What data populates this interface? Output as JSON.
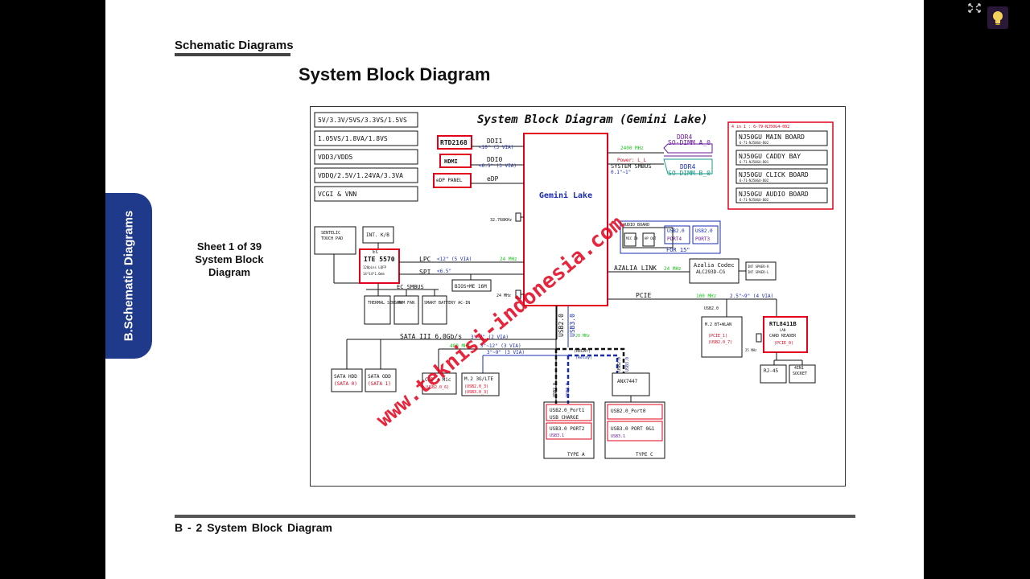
{
  "header": {
    "section": "Schematic  Diagrams",
    "title": "System Block Diagram"
  },
  "side_tab": {
    "label": "B.Schematic Diagrams"
  },
  "sheet": {
    "line1": "Sheet 1 of 39",
    "line2": "System Block",
    "line3": "Diagram"
  },
  "footer": {
    "text": "B - 2   System Block Diagram"
  },
  "toolbar": {
    "expand_icon": "expand-arrows-icon",
    "bulb_icon": "lightbulb-icon"
  },
  "diagram": {
    "title": "System Block Diagram (Gemini Lake)",
    "power_rails": [
      "5V/3.3V/5VS/3.3VS/1.5VS",
      "1.05VS/1.8VA/1.8VS",
      "VDD3/VDD5",
      "VDDQ/2.5V/1.24VA/3.3VA",
      "VCGI & VNN"
    ],
    "cpu": "Gemini Lake",
    "ddi": {
      "rtd": "RTD2168",
      "ddi1": "DDI1",
      "ddi1_note": "<10\" (3 VIA)",
      "hdmi": "HDMI",
      "ddi0": "DDI0",
      "ddi0_note": "<6.5\" (3 VIA)",
      "edp_panel": "eDP PANEL",
      "edp": "eDP"
    },
    "memory": {
      "speed": "2400 MHz",
      "ddr4_a": "DDR4",
      "sodimm_a": "SO-DIMM A_0",
      "power": "Power: L_L",
      "smbus": "SYSTEM SMBUS",
      "smbus_len": "0.1\"~1\"",
      "ddr4_b": "DDR4",
      "sodimm_b": "SO-DIMM B_0"
    },
    "boards": {
      "title": "4 in 1 : 6-79-NJ50G4-002",
      "items": [
        {
          "name": "NJ50GU MAIN BOARD",
          "pn": "6-71-NJ50GU-D02"
        },
        {
          "name": "NJ50GU CADDY BAY",
          "pn": "6-71-NJ50GU-D01"
        },
        {
          "name": "NJ50GU CLICK BOARD",
          "pn": "6-71-NJ50GU-D02"
        },
        {
          "name": "NJ50GU AUDIO BOARD",
          "pn": "6-71-NJ50GU-D02"
        }
      ]
    },
    "crystal": "32.768KHz",
    "crystal2": "24 MHz",
    "audio": {
      "board": "AUDIO BOARD",
      "mic": "MIC IN",
      "hp": "HP OUT",
      "usb_a": "USB2.0",
      "port4": "PORT4",
      "usb_b": "USB2.0",
      "port3": "PORT3",
      "for15": "FOR 15\"",
      "azalia": "AZALIA LINK",
      "azalia_mhz": "24 MHz",
      "codec": "Azalia Codec",
      "codec_pn": "ALC293D-CG",
      "spk_r": "INT SPKER-R",
      "spk_l": "INT SPKER-L"
    },
    "ec": {
      "touchpad": "SENTELIC",
      "touchpad2": "TOUCH PAD",
      "kb": "INT. K/B",
      "ec_label": "EC",
      "chip": "ITE 5570",
      "pkg": "128pins LQFP",
      "size": "14*14*1.6mm",
      "lpc": "LPC",
      "lpc_note": "<12\" (5 VIA)",
      "lpc_mhz": "24 MHz",
      "spi": "SPI",
      "spi_note": "<6.5\"",
      "bios": "BIOS+ME 16M",
      "ec_smbus": "EC SMBUS",
      "thermal": "THERMAL SENSOR",
      "pwm": "PWM FAN",
      "battery": "SMART BATTERY AC-IN"
    },
    "sata": {
      "label": "SATA III 6.0Gb/s",
      "note": "3\"~7\" (2 VIA)",
      "hdd": "SATA HDD",
      "hdd_port": "(SATA 0)",
      "odd": "SATA ODD",
      "odd_port": "(SATA 1)"
    },
    "pcie": {
      "label": "PCIE",
      "mhz": "100 MHz",
      "note": "2.5\"~9\" (4 VIA)",
      "usb20": "USB2.0",
      "m2bt": "M.2 BT+WLAN",
      "m2bt_p1": "(PCIE_1)",
      "m2bt_p2": "(USB2.0_7)",
      "rtl": "RTL8411B",
      "lan": "LAN",
      "cr": "CARD READER",
      "rtl_port": "(PCIE_0)",
      "rtl_mhz": "25 MHz",
      "rj45": "RJ-45",
      "socket": "4IN1",
      "socket2": "SOCKET"
    },
    "usb": {
      "usb20_v": "USB2.0",
      "usb30_v": "USB3.0",
      "mhz20": "20 MHz",
      "mhz480": "480 MHz",
      "note312": "3\"~12\" (3 VIA)",
      "note39": "3\"~9\" (3 VIA)",
      "ccd": "CCD + Mic",
      "ccd_port": "(USB2.0_6)",
      "m2lte": "M.2 3G/LTE",
      "m2lte_p1": "(USB2.0_3)",
      "m2lte_p2": "(USB3.0_3)",
      "relay_a": "(RELAY)",
      "relay_b": "(Relay)",
      "anx": "ANX7447",
      "typea_usb20": "USB2.0_Port1",
      "typea_charge": "USB CHARGE",
      "typea_usb30": "USB3.0 PORT2",
      "typea_usb31": "USB3.1",
      "typea": "TYPE A",
      "typec_usb20": "USB2.0_Port0",
      "typec_usb30": "USB3.0 PORT 0&1",
      "typec_usb31": "USB3.1",
      "typec": "TYPE C",
      "v20a": "USB2.0",
      "v30a": "USB3.0",
      "v20b": "USB2.0",
      "v30b": "USB3.0"
    },
    "watermark": "www.teknisi-indonesia.com"
  }
}
